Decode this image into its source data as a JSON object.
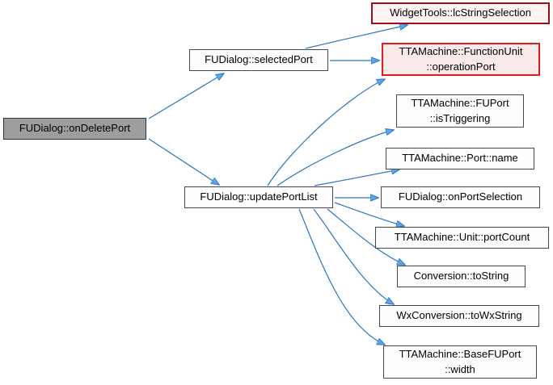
{
  "diagram": {
    "type": "call-graph",
    "background_color": "#ffffff",
    "edge_color": "#2e74c0",
    "arrowhead_color": "#5da5ea",
    "focus_node_fill": "#9e9e9e",
    "truncated_node_border": "#991111",
    "highlight_node_border": "#e01b1b",
    "highlight_node_fill": "#f9e9e9"
  },
  "nodes": [
    {
      "id": "onDeletePort",
      "label": "FUDialog::onDeletePort"
    },
    {
      "id": "selectedPort",
      "label": "FUDialog::selectedPort"
    },
    {
      "id": "updatePortList",
      "label": "FUDialog::updatePortList"
    },
    {
      "id": "lcStringSelection",
      "label": "WidgetTools::lcStringSelection"
    },
    {
      "id": "operationPort",
      "label": "TTAMachine::FunctionUnit\n::operationPort"
    },
    {
      "id": "isTriggering",
      "label": "TTAMachine::FUPort\n::isTriggering"
    },
    {
      "id": "portName",
      "label": "TTAMachine::Port::name"
    },
    {
      "id": "onPortSelection",
      "label": "FUDialog::onPortSelection"
    },
    {
      "id": "portCount",
      "label": "TTAMachine::Unit::portCount"
    },
    {
      "id": "toString",
      "label": "Conversion::toString"
    },
    {
      "id": "toWxString",
      "label": "WxConversion::toWxString"
    },
    {
      "id": "width",
      "label": "TTAMachine::BaseFUPort\n::width"
    }
  ],
  "edges": [
    {
      "from": "FUDialog::onDeletePort",
      "to": "FUDialog::selectedPort"
    },
    {
      "from": "FUDialog::onDeletePort",
      "to": "FUDialog::updatePortList"
    },
    {
      "from": "FUDialog::selectedPort",
      "to": "WidgetTools::lcStringSelection"
    },
    {
      "from": "FUDialog::selectedPort",
      "to": "TTAMachine::FunctionUnit::operationPort"
    },
    {
      "from": "FUDialog::updatePortList",
      "to": "TTAMachine::FunctionUnit::operationPort"
    },
    {
      "from": "FUDialog::updatePortList",
      "to": "TTAMachine::FUPort::isTriggering"
    },
    {
      "from": "FUDialog::updatePortList",
      "to": "TTAMachine::Port::name"
    },
    {
      "from": "FUDialog::updatePortList",
      "to": "FUDialog::onPortSelection"
    },
    {
      "from": "FUDialog::updatePortList",
      "to": "TTAMachine::Unit::portCount"
    },
    {
      "from": "FUDialog::updatePortList",
      "to": "Conversion::toString"
    },
    {
      "from": "FUDialog::updatePortList",
      "to": "WxConversion::toWxString"
    },
    {
      "from": "FUDialog::updatePortList",
      "to": "TTAMachine::BaseFUPort::width"
    }
  ]
}
